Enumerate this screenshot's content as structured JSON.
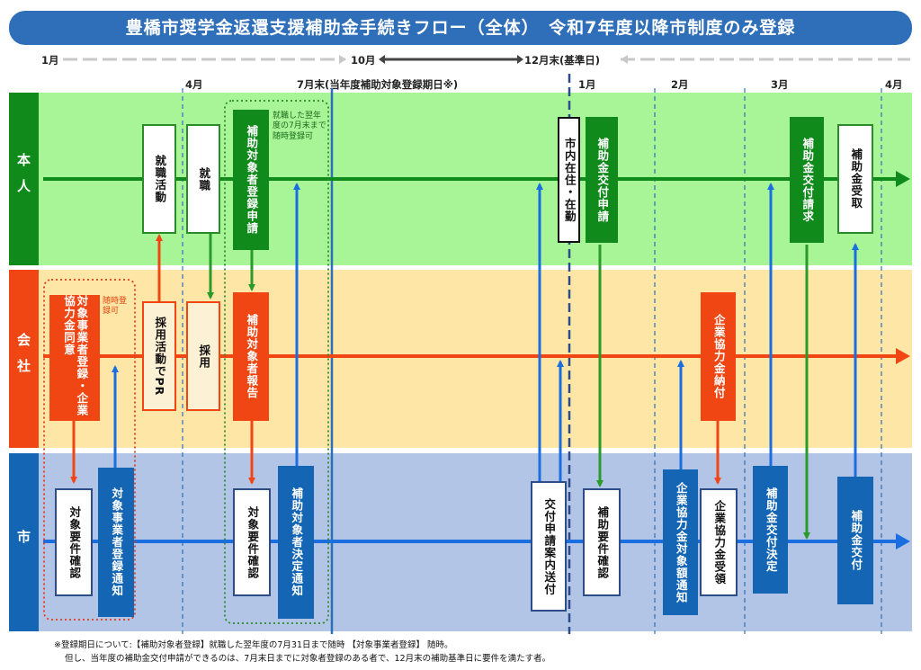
{
  "title": "豊橋市奨学金返還支援補助金手続きフロー（全体）　令和7年度以降市制度のみ登録",
  "timeline_top": {
    "jan": "1月",
    "oct": "10月",
    "dec": "12月末(基準日)"
  },
  "months": {
    "apr": "4月",
    "jul_end": "7月末(当年度補助対象登録期日※)",
    "jan": "1月",
    "feb": "2月",
    "mar": "3月",
    "apr2": "4月"
  },
  "lanes": {
    "honin": "本人",
    "kaisha": "会社",
    "shi": "市"
  },
  "boxes": {
    "shushoku_katsudo": "就職活動",
    "shushoku": "就職",
    "hojo_toroku_shinsei": "補助対象者登録申請",
    "shinai_zaiju": "市内在住・在勤",
    "kofu_shinsei": "補助金交付申請",
    "kofu_seikyu": "補助金交付請求",
    "uketori": "補助金受取",
    "jigyosha_toroku": "対象事業者登録・企業協力金同意",
    "saiyo_pr": "採用活動でPR",
    "saiyo": "採用",
    "hojo_hokoku": "補助対象者報告",
    "kyoryokukin_nofu": "企業協力金納付",
    "yoken_kakunin_1": "対象要件確認",
    "jigyosha_tsuchi": "対象事業者登録通知",
    "yoken_kakunin_2": "対象要件確認",
    "kettei_tsuchi": "補助対象者決定通知",
    "annai_sofu": "交付申請案内送付",
    "hojo_yoken_kakunin": "補助要件確認",
    "kyoryokukin_gaku_tsuchi": "企業協力金対象額通知",
    "kyoryokukin_juryo": "企業協力金受領",
    "kofu_kettei": "補助金交付決定",
    "kofu": "補助金交付"
  },
  "notes": {
    "zuiji_toroku": "随時登録可",
    "shushoku_note": "就職した翌年度の7月末まで随時登録可"
  },
  "footnote": {
    "line1": "※登録期日について:【補助対象者登録】就職した翌年度の7月31日まで随時 【対象事業者登録】 随時。",
    "line2": "但し、当年度の補助金交付申請ができるのは、7月末日までに対象者登録のある者で、12月末の補助基準日に要件を満たす者。"
  },
  "colors": {
    "title_bg": "#2f6eb8",
    "honin_lane": "#a8f598",
    "kaisha_lane": "#fde6a6",
    "shi_lane": "#b3c5e6",
    "green": "#118a1c",
    "red": "#f04614",
    "blue": "#1466b4"
  }
}
